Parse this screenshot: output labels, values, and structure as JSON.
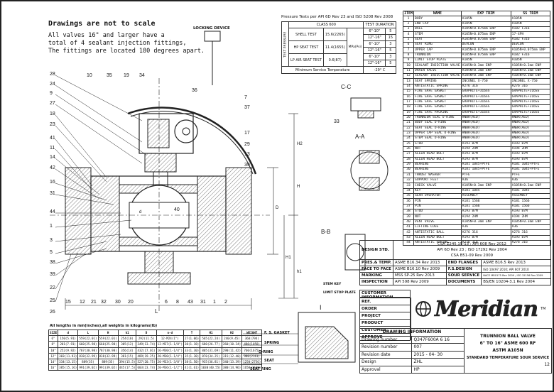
{
  "notes": {
    "heading": "Drawings are not to scale",
    "lines": [
      "All valves 16\" and larger have a",
      "total of 4 sealant injection fittings,",
      "The fittings are located 180 degrees apart."
    ]
  },
  "locking_device_label": "LOCKING DEVICE",
  "pressure": {
    "title": "Pressure Tests per API 6D Rev 23 and ISO 5208 Rev 2008",
    "class_hdr": "CLASS 600",
    "dur_hdr": "TEST DURATION",
    "side_label": "TEST PRESSURE",
    "rows": [
      {
        "name": "SHELL TEST",
        "value": "15.6(2265)",
        "unit": "MPa(Psi)",
        "sizes": [
          "6\"-10\"",
          "12\"-16\""
        ],
        "durs": [
          "5",
          "15"
        ]
      },
      {
        "name": "HP SEAT TEST",
        "value": "11.4(1655)",
        "unit": "",
        "sizes": [
          "6\"-10\"",
          "12\"-16\""
        ],
        "durs": [
          "3",
          "5"
        ]
      },
      {
        "name": "LP AIR SEAT TEST",
        "value": "0.6(87)",
        "unit": "",
        "sizes": [
          "6\"-10\"",
          "12\"-16\""
        ],
        "durs": [
          "3",
          "5"
        ]
      }
    ],
    "min_label": "Minimum Service Temperature",
    "min_value": "-29° C"
  },
  "parts": {
    "headers": [
      "ITEM",
      "NAME",
      "EXP TRIM",
      "SS TRIM"
    ],
    "rows": [
      [
        "1",
        "BODY",
        "A105N",
        "A105N"
      ],
      [
        "2",
        "END CAP",
        "A105N",
        "A105N"
      ],
      [
        "3",
        "BALL",
        "A105N+0.075mm ENP",
        "A182 F316"
      ],
      [
        "4",
        "STEM",
        "A105N+0.075mm ENP",
        "17-4PH"
      ],
      [
        "5",
        "SEAT",
        "A105N+0.075mm ENP",
        "A182 F316"
      ],
      [
        "6",
        "SEAT RING",
        "DEVLON",
        "DEVLON"
      ],
      [
        "7",
        "UPPER CAP",
        "A105N+0.075mm ENP",
        "A105N+0.075mm ENP"
      ],
      [
        "8",
        "TRUNNION",
        "A105N+0.075mm ENP",
        "A182 F316"
      ],
      [
        "9",
        "LIMIT STOP PLATE",
        "A105N",
        "A105N"
      ],
      [
        "10",
        "SEALANT INJECTION VALVE",
        "A105N+0.3mm ENP",
        "A105N+0.3mm ENP"
      ],
      [
        "11",
        "DRAIN VALVE",
        "A105N+0.3mm ENP",
        "A105N+0.3mm ENP"
      ],
      [
        "12",
        "SEALANT INJECTION VALVE",
        "A105N+0.3mm ENP",
        "A105N+0.3mm ENP"
      ],
      [
        "13",
        "SEAT SPRING",
        "INCONEL X-750",
        "INCONEL X-750"
      ],
      [
        "14",
        "ANTISTATIC SPRING",
        "A276 316",
        "A276 316"
      ],
      [
        "15",
        "FIRE SAFE GASKET",
        "GRAPHITE+316SS",
        "GRAPHITE+316SS"
      ],
      [
        "16",
        "FIRE SAFE GASKET",
        "GRAPHITE+316SS",
        "GRAPHITE+316SS"
      ],
      [
        "17",
        "FIRE SAFE GASKET",
        "GRAPHITE+316SS",
        "GRAPHITE+316SS"
      ],
      [
        "18",
        "FIRE SAFE GASKET",
        "GRAPHITE+316SS",
        "GRAPHITE+316SS"
      ],
      [
        "19",
        "FIRE SAFE PACKING",
        "GRAPHITE+316SS",
        "GRAPHITE+316SS"
      ],
      [
        "20",
        "TRUNNION SEAL O-RING",
        "HNBR(AED)",
        "HNBR(AED)"
      ],
      [
        "21",
        "BODY SEAL O-RING",
        "HNBR(AED)",
        "HNBR(AED)"
      ],
      [
        "22",
        "SEAT SEAL O-RING",
        "HNBR(AED)",
        "HNBR(AED)"
      ],
      [
        "23",
        "UPPER CAP SEAL O-RING",
        "HNBR(AED)",
        "HNBR(AED)"
      ],
      [
        "24",
        "STEM SEAL O-RING",
        "HNBR(AED)",
        "HNBR(AED)"
      ],
      [
        "25",
        "STUD",
        "A193 B7M",
        "A193 B7M"
      ],
      [
        "26",
        "NUT",
        "A194 2HM",
        "A194 2HM"
      ],
      [
        "27",
        "ALLEN HEAD BOLT",
        "A193 B7M",
        "A193 B7M"
      ],
      [
        "28",
        "ALLEN HEAD BOLT",
        "A193 B7M",
        "A193 B7M"
      ],
      [
        "29",
        "BEARING",
        "A181 1045+PTFE",
        "A181 1045+PTFE"
      ],
      [
        "30",
        "BEARING",
        "A181 1045+PTFE",
        "A181 1045+PTFE"
      ],
      [
        "31",
        "THRUST WASHER",
        "PTFE",
        "PTFE"
      ],
      [
        "32",
        "SUPPORT FEET",
        "A36",
        "A36"
      ],
      [
        "33",
        "CHECK VALVE",
        "A105N+0.3mm ENP",
        "A105N+0.3mm ENP"
      ],
      [
        "34",
        "KEY",
        "A181 1045",
        "A181 1045"
      ],
      [
        "35",
        "GEAR OPERATOR",
        "ASSEMBLY",
        "ASSEMBLY"
      ],
      [
        "36",
        "PIN",
        "A181 1566",
        "A181 1566"
      ],
      [
        "37",
        "PIN",
        "A181 1566",
        "A181 1566"
      ],
      [
        "38",
        "STUD",
        "A193 B7M",
        "A193 B7M"
      ],
      [
        "39",
        "NUT",
        "A194 2HM",
        "A194 2HM"
      ],
      [
        "40",
        "VENT VALVE",
        "A105N+0.3mm ENP",
        "A105N+0.3mm ENP"
      ],
      [
        "41",
        "LIFTING LUGS",
        "A36",
        "A36"
      ],
      [
        "42",
        "ANTISTATIC BALL",
        "A276 316",
        "A276 316"
      ],
      [
        "43",
        "ALLEN HEAD BOLT",
        "A193 B7M",
        "A193 B7M"
      ],
      [
        "44",
        "ANTISTATIC SPRING",
        "A276 316",
        "A276 316"
      ]
    ]
  },
  "design": {
    "std_label": "DESIGN STD.",
    "std_lines": [
      "CSA Z245.15-13 ; API 608 Rev 2012",
      "API 6D Rev 23 ; ISO 17292 Rev 2004",
      "CSA B51-09 Rev 2009"
    ],
    "rows": [
      [
        "PRES.& TEMP.",
        "ASME B16.34 Rev 2013",
        "END FLANGES",
        "ASME B16.5 Rev 2013"
      ],
      [
        "FACE TO FACE",
        "ASME B16.10 Rev 2009",
        "F.S.DESIGN",
        "ISO 10497 2010; API 607 2010"
      ],
      [
        "MARKING",
        "MSS SP-25 Rev 2013",
        "SOUR SERVICE",
        "NACE MR0175 Rev 2009 ; ISO 15156 Rev 2009"
      ],
      [
        "INSPECTION",
        "API 598 Rev 2009",
        "DOCUMENTS",
        "BS/EN 10204-3.1 Rev 2004"
      ]
    ]
  },
  "customer": {
    "header": "CUSTOMER INFORMATION",
    "rows": [
      "REF.",
      "ORDER",
      "PROJECT",
      "PRODUCT",
      "CUSTOMER",
      "APPROVE"
    ]
  },
  "logo": {
    "text": "Meridian",
    "trademark": "TM"
  },
  "drawing_info": {
    "header": "DRAWING INFORMATION",
    "rows": [
      [
        "Drawing number",
        "Q347F600A   6   16"
      ],
      [
        "Revision number",
        "007"
      ],
      [
        "Revision date",
        "2015 - 04- 30"
      ],
      [
        "Design",
        "ZHL"
      ],
      [
        "Approval",
        "HP"
      ]
    ],
    "title_lines": [
      "TRUNNION BALL VALVE",
      "6\" TO 16\" ASME 600 RF",
      "ASTM A105N",
      "STANDARD TEMPERATURE SOUR SERVICE"
    ],
    "sheet": "12"
  },
  "dims": {
    "caption": "All lengths in mm(inches),all weights in kilograms(lb)",
    "headers": [
      "SIZE",
      "d",
      "L",
      "H",
      "h1",
      "D",
      "n-d",
      "T",
      "H1",
      "H2",
      "WEIGHT"
    ],
    "rows": [
      [
        "6\"",
        "150(5.91)",
        "559(22.01)",
        "559(22.01)",
        "254(10)",
        "292(11.5)",
        "12-M24(1\")",
        "27(1.06)",
        "565(22.24)",
        "240(9.45)",
        "360(794)"
      ],
      [
        "8\"",
        "201(7.91)",
        "660(25.98)",
        "660(25.98)",
        "305(12)",
        "349(13.74)",
        "12-M27(1-1/8\")",
        "30(1.18)",
        "680(26.77)",
        "260(10.24)",
        "480(1058)"
      ],
      [
        "10\"",
        "252(9.92)",
        "787(30.98)",
        "787(30.98)",
        "356(14)",
        "432(17.01)",
        "16-M30(1-1/4\")",
        "33(1.30)",
        "805(31.69)",
        "290(11.42)",
        "760(1675)"
      ],
      [
        "12\"",
        "303(11.93)",
        "838(32.99)",
        "838(32.99)",
        "381(15)",
        "489(19.25)",
        "20-M30(1-1/4\")",
        "35(1.38)",
        "870(34.25)",
        "315(12.40)",
        "980(2161)"
      ],
      [
        "14\"",
        "334(13.15)",
        "889(35)",
        "889(35)",
        "394(15.5)",
        "527(20.75)",
        "20-M33(1-3/8\")",
        "38(1.50)",
        "935(36.81)",
        "340(13.39)",
        "1250(2756)"
      ],
      [
        "16\"",
        "385(15.16)",
        "991(39.02)",
        "991(39.02)",
        "445(17.5)",
        "603(23.74)",
        "20-M36(1-1/2\")",
        "41(1.61)",
        "1030(40.55)",
        "380(14.96)",
        "1650(3638)"
      ]
    ]
  },
  "labels": {
    "cc": "C-C",
    "aa": "A-A",
    "bb": "B-B",
    "i": "I",
    "stem_key": "STEM KEY",
    "limit_stop": "LIMIT STOP PLATE",
    "fs_gasket": "F. S. GASKET",
    "spring": "SPRING",
    "oring": "O-RING",
    "seat": "SEAT",
    "seat_ring": "SEAT RING",
    "L": "L",
    "D": "D",
    "H": "H",
    "h1": "h1",
    "H1": "H1",
    "H2": "H2",
    "dlabel": "d",
    "numbers_left": [
      "28",
      "24",
      "9",
      "27",
      "18",
      "23",
      "41",
      "11",
      "14",
      "42",
      "16",
      "31",
      "44",
      "1",
      "3",
      "5",
      "38",
      "39",
      "22",
      "25",
      "26"
    ],
    "numbers_bottom": [
      "15",
      "12",
      "21",
      "32",
      "30",
      "20",
      "6",
      "8",
      "43",
      "31",
      "1",
      "2"
    ],
    "numbers_top": [
      "10",
      "35",
      "19",
      "34",
      "36"
    ],
    "numbers_right": [
      "7",
      "37",
      "17",
      "29",
      "13",
      "39",
      "40",
      "33"
    ]
  }
}
